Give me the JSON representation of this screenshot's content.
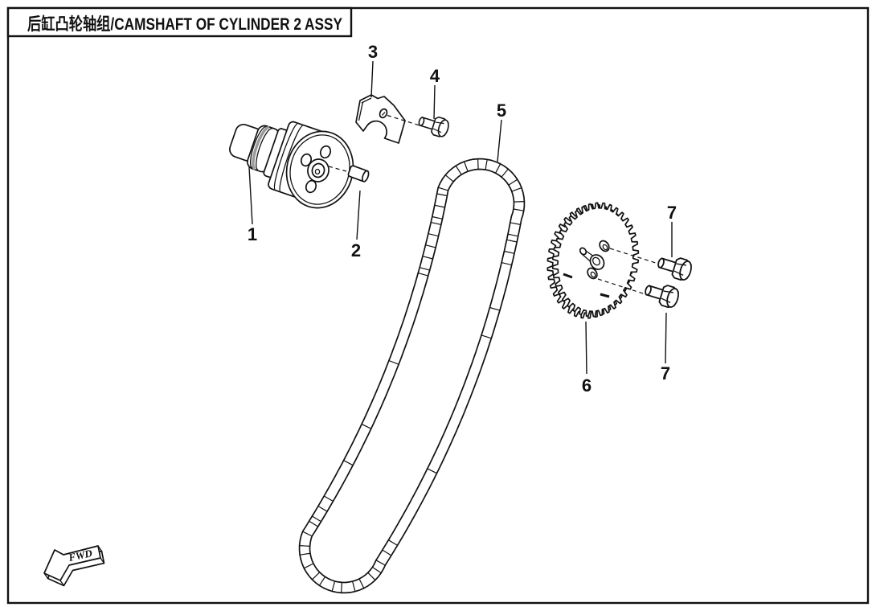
{
  "header": {
    "title": "后缸凸轮轴组/CAMSHAFT OF CYLINDER 2 ASSY"
  },
  "diagram": {
    "callouts": [
      {
        "label": "1"
      },
      {
        "label": "2"
      },
      {
        "label": "3"
      },
      {
        "label": "4"
      },
      {
        "label": "5"
      },
      {
        "label": "6"
      },
      {
        "label": "7"
      },
      {
        "label": "7"
      }
    ],
    "fwd_label": "FWD"
  },
  "colors": {
    "line": "#111111",
    "background": "#ffffff",
    "shading": "#999999"
  }
}
